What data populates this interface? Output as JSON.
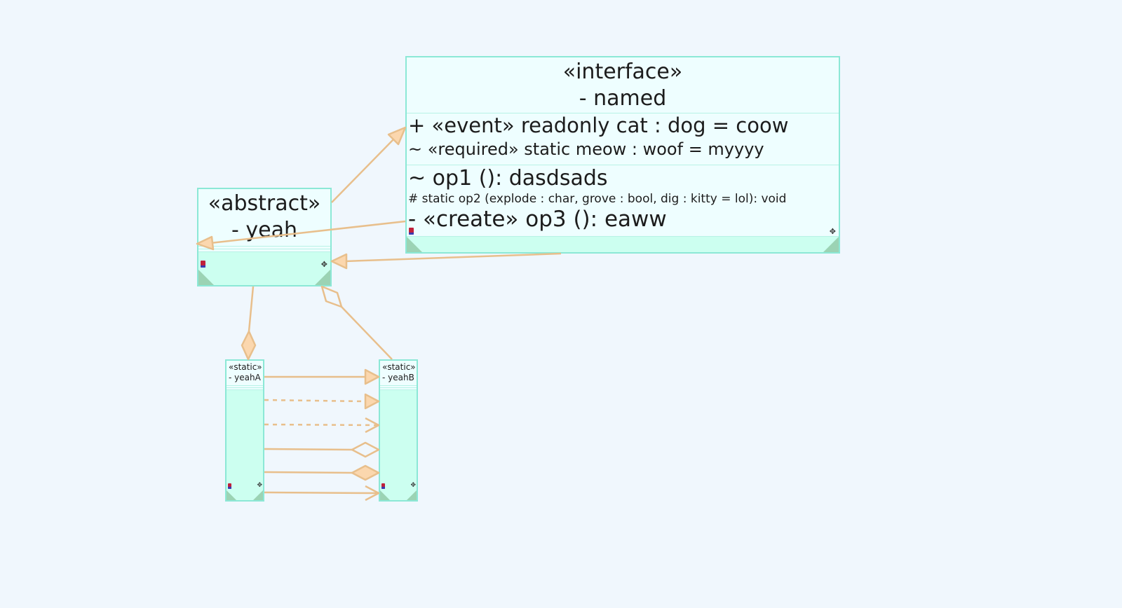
{
  "diagram": {
    "interface_box": {
      "stereotype": "«interface»",
      "name": "- named",
      "attributes": [
        "+ «event» readonly cat : dog = coow",
        "~ «required» static meow : woof = myyyy"
      ],
      "operations": [
        "~ op1 (): dasdsads",
        "# static op2 (explode : char, grove : bool, dig : kitty = lol): void",
        "- «create» op3 (): eaww"
      ]
    },
    "abstract_box": {
      "stereotype": "«abstract»",
      "name": "- yeah"
    },
    "static_box_a": {
      "stereotype": "«static»",
      "name": "- yeahA"
    },
    "static_box_b": {
      "stereotype": "«static»",
      "name": "- yeahB"
    },
    "relationships": [
      {
        "from": "abstract_box",
        "to": "interface_box",
        "kind": "generalization"
      },
      {
        "from": "interface_box",
        "to": "abstract_box",
        "kind": "generalization"
      },
      {
        "from": "interface_box",
        "to": "abstract_box",
        "kind": "generalization"
      },
      {
        "from": "abstract_box",
        "to": "static_box_a",
        "kind": "composition"
      },
      {
        "from": "static_box_b",
        "to": "abstract_box",
        "kind": "aggregation"
      },
      {
        "from": "static_box_a",
        "to": "static_box_b",
        "kind": "generalization"
      },
      {
        "from": "static_box_a",
        "to": "static_box_b",
        "kind": "realization"
      },
      {
        "from": "static_box_a",
        "to": "static_box_b",
        "kind": "dependency"
      },
      {
        "from": "static_box_a",
        "to": "static_box_b",
        "kind": "aggregation"
      },
      {
        "from": "static_box_a",
        "to": "static_box_b",
        "kind": "composition"
      },
      {
        "from": "static_box_a",
        "to": "static_box_b",
        "kind": "association"
      }
    ],
    "colors": {
      "background": "#f0f7fd",
      "box_border": "#8ce8d6",
      "box_fill": "#ccfff0",
      "section_fill": "#eefeff",
      "corner": "#9bd3b4",
      "connector": "#e8bf8c",
      "connector_fill": "#fbd7ae"
    }
  }
}
